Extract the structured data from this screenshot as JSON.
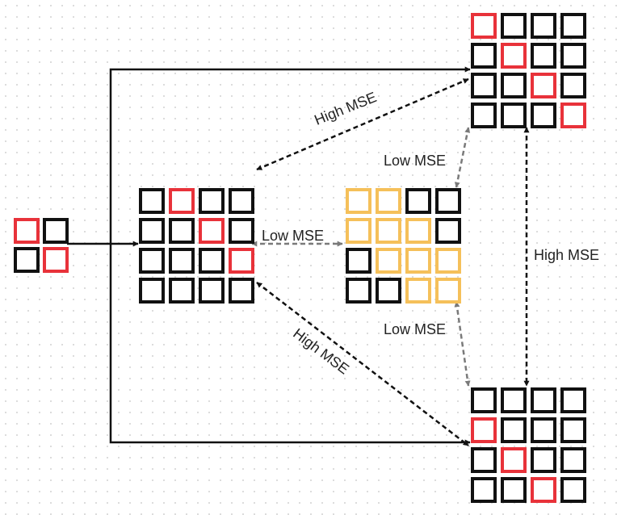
{
  "colors": {
    "black": "#111111",
    "red": "#e8323a",
    "orange": "#f5c05a",
    "arrow_black": "#111111",
    "arrow_gray": "#7a7a7a"
  },
  "grids": {
    "input": [
      "R.",
      ".R"
    ],
    "center": [
      ".R..",
      "..R.",
      "...R",
      "...."
    ],
    "orange": [
      "OO..",
      "OOO.",
      ".OOO",
      "..OO"
    ],
    "top_right": [
      "R...",
      ".R..",
      "..R.",
      "...R"
    ],
    "bottom_right": [
      "....",
      "R...",
      ".R..",
      "..R."
    ]
  },
  "labels": {
    "high_mse": "High MSE",
    "low_mse": "Low MSE"
  }
}
